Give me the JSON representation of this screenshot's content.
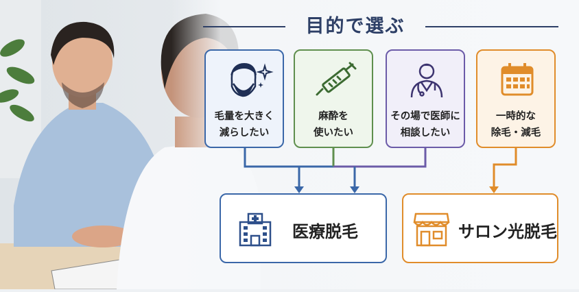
{
  "title": "目的で選ぶ",
  "colors": {
    "blue": "#3a67a8",
    "green": "#5f8f4e",
    "purple": "#6b5ba8",
    "orange": "#e08c2a",
    "navy": "#2d3f66"
  },
  "cards": [
    {
      "id": "reduce-hair",
      "label": "毛量を大きく\n減らしたい",
      "icon": "bearded-face-sparkle-icon"
    },
    {
      "id": "anesthesia",
      "label": "麻酔を\n使いたい",
      "icon": "syringe-icon"
    },
    {
      "id": "consult",
      "label": "その場で医師に\n相談したい",
      "icon": "doctor-icon"
    },
    {
      "id": "temporary",
      "label": "一時的な\n除毛・減毛",
      "icon": "calendar-icon"
    }
  ],
  "results": [
    {
      "id": "medical",
      "label": "医療脱毛",
      "icon": "hospital-icon"
    },
    {
      "id": "salon",
      "label": "サロン光脱毛",
      "icon": "storefront-icon"
    }
  ]
}
